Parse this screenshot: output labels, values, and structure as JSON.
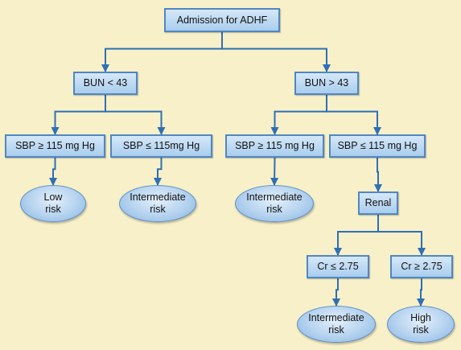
{
  "diagram": {
    "colors": {
      "background": "#f7f0c8",
      "box_fill": "#bcd9f3",
      "border": "#4f87c2",
      "connector": "#2f6fb5"
    },
    "nodes": {
      "admission": "Admission for ADHF",
      "bun_low": "BUN < 43",
      "bun_high": "BUN > 43",
      "sbp_a": "SBP ≥ 115 mg Hg",
      "sbp_b": "SBP ≤ 115mg Hg",
      "sbp_c": "SBP ≥ 115 mg Hg",
      "sbp_d": "SBP ≤ 115 mg Hg",
      "renal": "Renal",
      "cr_low": "Cr ≤ 2.75",
      "cr_high": "Cr ≥ 2.75",
      "risk_low": "Low\nrisk",
      "risk_int_1": "Intermediate\nrisk",
      "risk_int_2": "Intermediate\nrisk",
      "risk_int_3": "Intermediate\nrisk",
      "risk_high": "High\nrisk"
    },
    "edges": [
      [
        "admission",
        "bun_low"
      ],
      [
        "admission",
        "bun_high"
      ],
      [
        "bun_low",
        "sbp_a"
      ],
      [
        "bun_low",
        "sbp_b"
      ],
      [
        "bun_high",
        "sbp_c"
      ],
      [
        "bun_high",
        "sbp_d"
      ],
      [
        "sbp_a",
        "risk_low"
      ],
      [
        "sbp_b",
        "risk_int_1"
      ],
      [
        "sbp_c",
        "risk_int_2"
      ],
      [
        "sbp_d",
        "renal"
      ],
      [
        "renal",
        "cr_low"
      ],
      [
        "renal",
        "cr_high"
      ],
      [
        "cr_low",
        "risk_int_3"
      ],
      [
        "cr_high",
        "risk_high"
      ]
    ]
  }
}
